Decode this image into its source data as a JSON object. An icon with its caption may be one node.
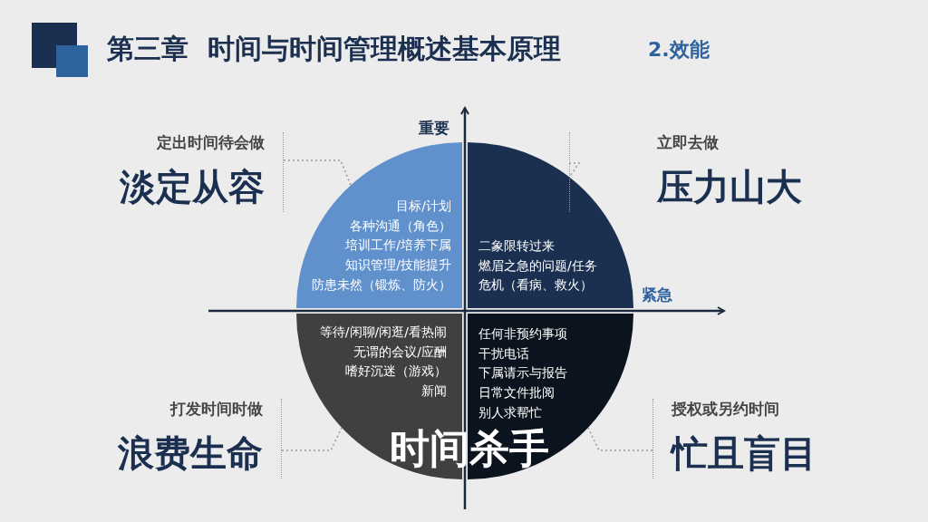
{
  "diagram": {
    "title": "第三章  时间与时间管理概述基本原理",
    "nodes": [
      {
        "text": [
          "目标/计划",
          "各种沟通（角色）",
          "培训工作/培养下属",
          "知识管理/技能提升",
          "防患未然（锻炼、防火）"
        ]
      },
      {
        "text": [
          "二象限转过来",
          "燃眉之急的问题/任务",
          "危机（看病、救火）"
        ]
      },
      {
        "text": [
          "等待/闲聊/闲逛/看热闹",
          "无谓的会议/应酬",
          "嗜好沉迷（游戏）",
          "新闻"
        ]
      },
      {
        "text": [
          "任何非预约事项",
          "干扰电话",
          "下属请示与报告",
          "日常文件批阅",
          "别人求帮忙"
        ]
      },
      {
        "text": [
          "定出时间待会做",
          "淡定从容"
        ]
      },
      {
        "text": [
          "立即去做",
          "压力山大"
        ]
      },
      {
        "text": [
          "打发时间时做",
          "浪费生命"
        ]
      },
      {
        "text": [
          "授权或另约时间",
          "忙且盲目"
        ]
      }
    ],
    "edges": [
      {
        "from": 4,
        "to": 0,
        "arrow": "none",
        "style": "dashed"
      },
      {
        "from": 5,
        "to": 1,
        "arrow": "none",
        "style": "dashed"
      },
      {
        "from": 6,
        "to": 2,
        "arrow": "none",
        "style": "dashed"
      },
      {
        "from": 7,
        "to": 3,
        "arrow": "none",
        "style": "dashed"
      }
    ],
    "labels": [
      "2.效能",
      "重要",
      "紧急",
      "时间杀手"
    ]
  }
}
